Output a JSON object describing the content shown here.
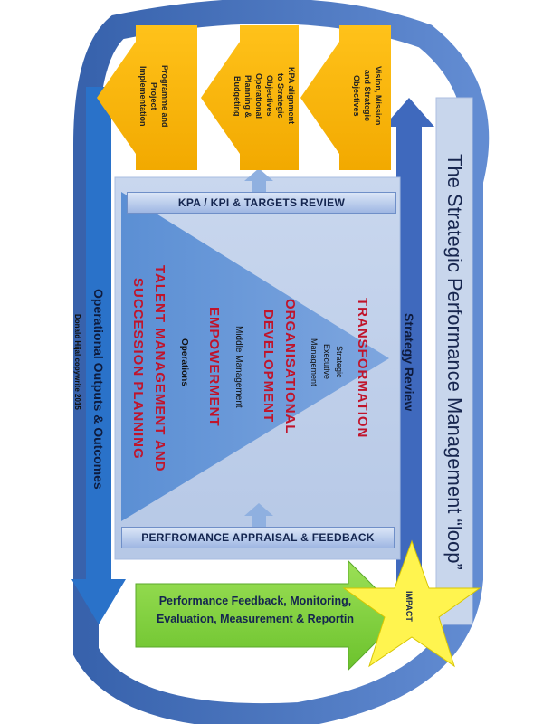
{
  "title": "The Strategic Performance Management “loop”",
  "left_arrow_label": "Operational Outputs & Outcomes",
  "strategy_review_label": "Strategy Review",
  "top_bar_label": "KPA / KPI & TARGETS REVIEW",
  "bottom_bar_label": "PERFROMANCE APPRAISAL & FEEDBACK",
  "copyright": "Donald Hijal copywrite 2015",
  "impact_label": "IMPACT",
  "feedback_arrow": {
    "line1": "Performance Feedback, Monitoring,",
    "line2": "Evaluation, Measurement & Reportin"
  },
  "chevrons": [
    {
      "lines": [
        "Vision, Mission",
        "and Strategic",
        "Objectives"
      ]
    },
    {
      "lines": [
        "KPA alignment",
        "to Strategic",
        "Objectives",
        "Operational",
        "Planning &",
        "Budgeting"
      ]
    },
    {
      "lines": [
        "Programme and",
        "Project",
        "Implementation"
      ]
    }
  ],
  "triangle": {
    "transformation": "TRANSFORMATION",
    "strategic_exec": [
      "Strategic",
      "Executive",
      "Management"
    ],
    "org_dev": [
      "ORGANISATIONAL",
      "DEVELOPMENT"
    ],
    "middle_mgmt": "Middle Management",
    "empowerment": "EMPOWERMENT",
    "operations": "Operations",
    "talent": [
      "TALENT MANAGEMENT AND",
      "SUCCESSION PLANNING"
    ]
  },
  "colors": {
    "loop_blue": "#3c66b8",
    "chevron_yellow": "#f4b400",
    "triangle_blue": "#5c8fd2",
    "panel_bg": "#c5d4ea",
    "green_arrow": "#7ccf3a",
    "star_yellow": "#fff44f",
    "red_text": "#c0142b"
  }
}
